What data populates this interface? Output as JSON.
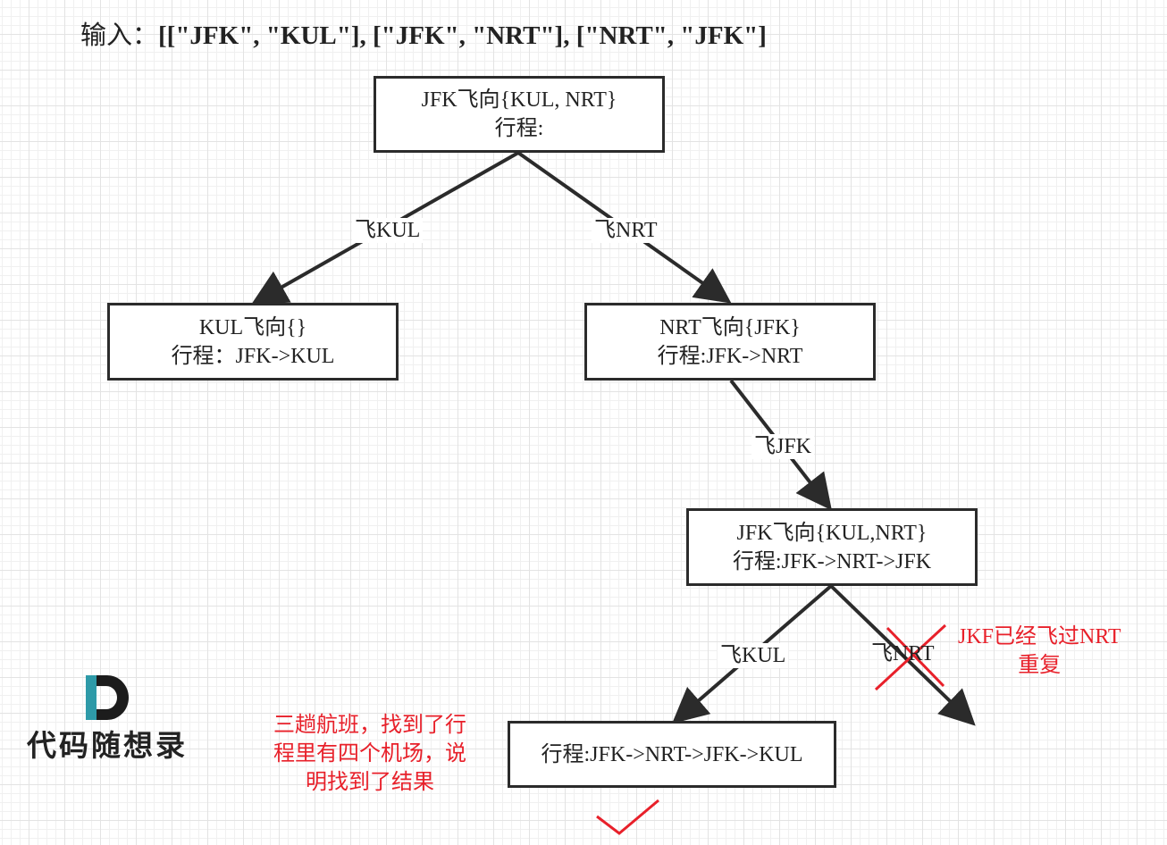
{
  "header": {
    "lead": "输入：",
    "content": "[[\"JFK\", \"KUL\"], [\"JFK\", \"NRT\"], [\"NRT\", \"JFK\"]"
  },
  "nodes": {
    "root": {
      "line1": "JFK飞向{KUL, NRT}",
      "line2": "行程:"
    },
    "kul": {
      "line1": "KUL飞向{}",
      "line2": "行程：JFK->KUL"
    },
    "nrt": {
      "line1": "NRT飞向{JFK}",
      "line2": "行程:JFK->NRT"
    },
    "jfk2": {
      "line1": "JFK飞向{KUL,NRT}",
      "line2": "行程:JFK->NRT->JFK"
    },
    "result": {
      "line1": "行程:JFK->NRT->JFK->KUL"
    }
  },
  "edges": {
    "root_kul": "飞KUL",
    "root_nrt": "飞NRT",
    "nrt_jfk": "飞JFK",
    "jfk2_kul": "飞KUL",
    "jfk2_nrt": "飞NRT"
  },
  "notes": {
    "duplicate_line1": "JKF已经飞过NRT",
    "duplicate_line2": "重复",
    "result_line1": "三趟航班，找到了行",
    "result_line2": "程里有四个机场，说",
    "result_line3": "明找到了结果"
  },
  "logo": {
    "text": "代码随想录"
  },
  "colors": {
    "line": "#2b2b2b",
    "annotation": "#e8202a",
    "logo_teal": "#2e9aa8",
    "logo_dark": "#1c1c1c"
  }
}
